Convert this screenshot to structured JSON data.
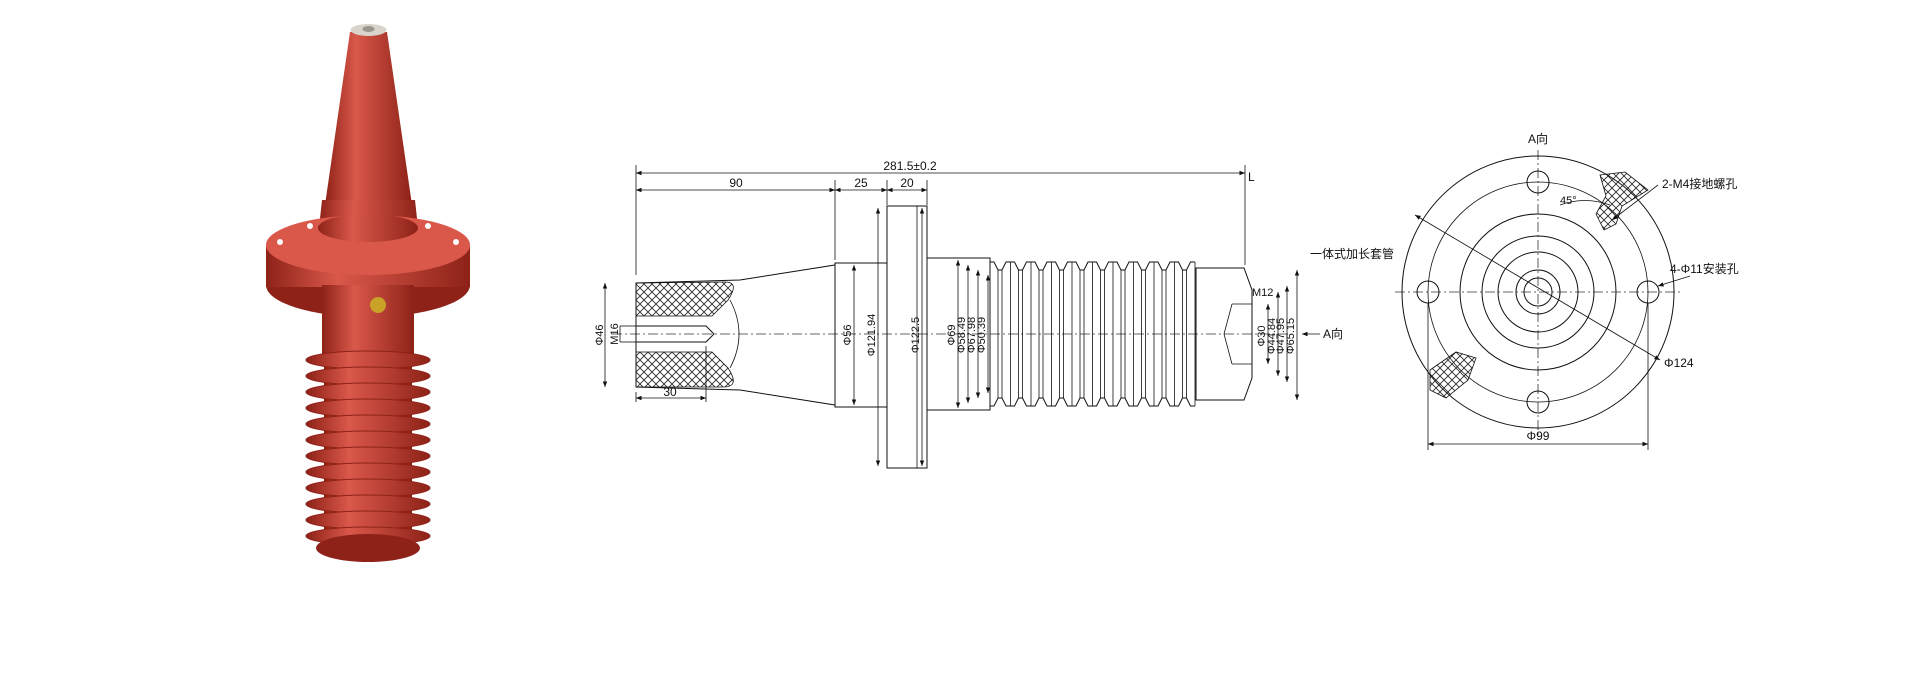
{
  "product_photo": {
    "body_color": "#c0392b",
    "highlight_color": "#d9584a",
    "shadow_color": "#8e2218",
    "terminal_color": "#d8d4cc",
    "bolt_color": "#c9a227"
  },
  "side_view": {
    "dims": {
      "total_length": "281.5±0.2",
      "cone_length": "90",
      "flange_offset": "25",
      "flange_thickness": "20",
      "end_marker": "L",
      "thread_length": "30",
      "dia_cone_end": "Φ46",
      "thread": "M16",
      "dia_body": "Φ56",
      "dia_flange_inner": "Φ121.94",
      "dia_flange": "Φ122.5",
      "dia_shed_1": "Φ69",
      "dia_shed_2": "Φ58.49",
      "dia_shed_3": "Φ67.98",
      "dia_shed_4": "Φ50.39",
      "dia_end_bore": "Φ30",
      "dia_end_1": "Φ44.84",
      "dia_end_2": "Φ47.95",
      "dia_end_3": "Φ65.15",
      "end_thread": "M12"
    },
    "labels": {
      "extension_sleeve": "一体式加长套管",
      "view_arrow": "A向"
    }
  },
  "end_view": {
    "title": "A向",
    "labels": {
      "ground_holes": "2-M4接地螺孔",
      "angle": "45°",
      "mount_holes": "4-Φ11安装孔",
      "dia_outer": "Φ124",
      "dia_bolt_span": "Φ99"
    }
  }
}
